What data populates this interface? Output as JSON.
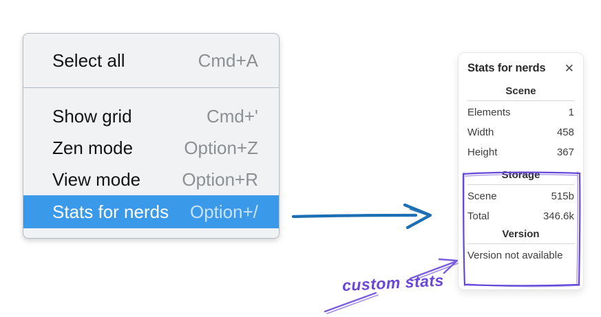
{
  "menu": {
    "items": [
      {
        "label": "Select all",
        "shortcut": "Cmd+A",
        "selected": false
      },
      {
        "label": "Show grid",
        "shortcut": "Cmd+'",
        "selected": false
      },
      {
        "label": "Zen mode",
        "shortcut": "Option+Z",
        "selected": false
      },
      {
        "label": "View mode",
        "shortcut": "Option+R",
        "selected": false
      },
      {
        "label": "Stats for nerds",
        "shortcut": "Option+/",
        "selected": true
      }
    ]
  },
  "panel": {
    "title": "Stats for nerds",
    "close_glyph": "✕",
    "sections": {
      "scene": {
        "header": "Scene",
        "rows": [
          {
            "label": "Elements",
            "value": "1"
          },
          {
            "label": "Width",
            "value": "458"
          },
          {
            "label": "Height",
            "value": "367"
          }
        ]
      },
      "storage": {
        "header": "Storage",
        "rows": [
          {
            "label": "Scene",
            "value": "515b"
          },
          {
            "label": "Total",
            "value": "346.6k"
          }
        ]
      },
      "version": {
        "header": "Version",
        "note": "Version not available"
      }
    }
  },
  "annotation": {
    "label": "custom stats"
  },
  "colors": {
    "menu_highlight": "#3b99ea",
    "arrow_blue": "#1c6eb5",
    "annotation_purple": "#6b46d8",
    "box_purple": "#6548d8"
  }
}
